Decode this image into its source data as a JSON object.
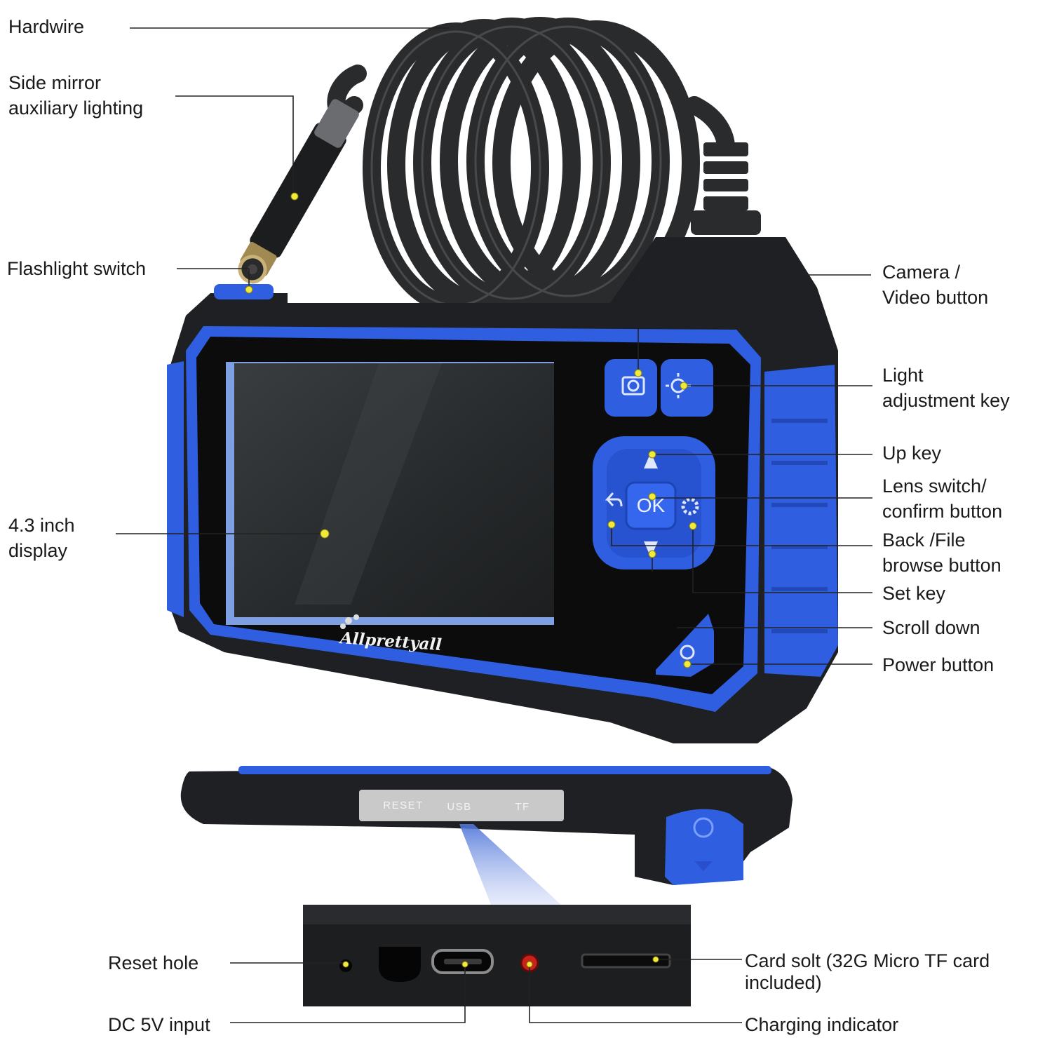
{
  "labels": {
    "hardwire": "Hardwire",
    "side_mirror": [
      "Side mirror",
      "auxiliary lighting"
    ],
    "flashlight_switch": "Flashlight switch",
    "display": [
      "4.3 inch",
      "display"
    ],
    "camera_video": [
      "Camera /",
      "Video button"
    ],
    "light_adjust": [
      "Light",
      "adjustment key"
    ],
    "up_key": "Up key",
    "lens_switch": [
      "Lens switch/",
      "confirm button"
    ],
    "back_file": [
      "Back /File",
      "browse button"
    ],
    "set_key": "Set key",
    "scroll_down": "Scroll down",
    "power_button": "Power button",
    "reset_hole": "Reset hole",
    "dc_input": "DC 5V input",
    "card_slot": [
      "Card solt (32G Micro TF card",
      "included)"
    ],
    "charging_indicator": "Charging indicator"
  },
  "device": {
    "brand": "Allprettyall",
    "ok_label": "OK",
    "port_labels": [
      "RESET",
      "USB",
      "TF"
    ]
  },
  "colors": {
    "accent_blue": "#2f5fe0",
    "body_dark": "#1e1f22",
    "marker_yellow": "#f0ea3a"
  }
}
